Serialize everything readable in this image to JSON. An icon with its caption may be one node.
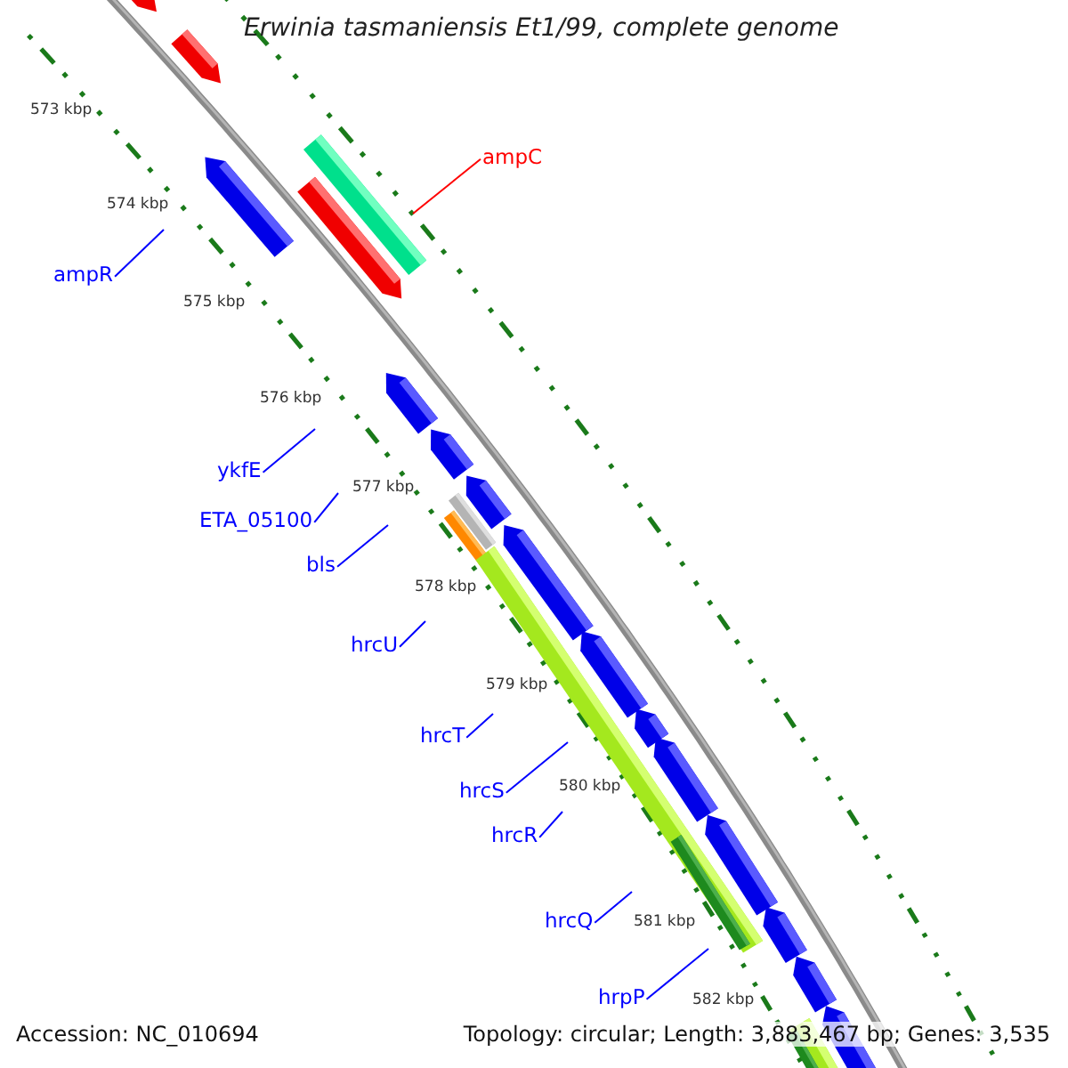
{
  "diagram": {
    "title": "Erwinia tasmaniensis Et1/99, complete genome",
    "nodes": [
      {
        "text": [
          "ampC"
        ]
      },
      {
        "text": [
          "ampR"
        ]
      },
      {
        "text": [
          "ykfE"
        ]
      },
      {
        "text": [
          "ETA_05100"
        ]
      },
      {
        "text": [
          "bls"
        ]
      },
      {
        "text": [
          "hrcU"
        ]
      },
      {
        "text": [
          "hrcT"
        ]
      },
      {
        "text": [
          "hrcS"
        ]
      },
      {
        "text": [
          "hrcR"
        ]
      },
      {
        "text": [
          "hrcQ"
        ]
      },
      {
        "text": [
          "hrpP"
        ]
      }
    ],
    "edges": [
      {
        "from": 0,
        "to": null,
        "arrow": "none",
        "color": "#ff0000"
      },
      {
        "from": 1,
        "to": null,
        "arrow": "none"
      },
      {
        "from": 2,
        "to": null,
        "arrow": "none"
      },
      {
        "from": 3,
        "to": null,
        "arrow": "none"
      },
      {
        "from": 4,
        "to": null,
        "arrow": "none"
      },
      {
        "from": 5,
        "to": null,
        "arrow": "none"
      },
      {
        "from": 6,
        "to": null,
        "arrow": "none"
      },
      {
        "from": 7,
        "to": null,
        "arrow": "none"
      },
      {
        "from": 8,
        "to": null,
        "arrow": "none"
      },
      {
        "from": 9,
        "to": null,
        "arrow": "none"
      },
      {
        "from": 10,
        "to": null,
        "arrow": "none"
      }
    ],
    "labels": [
      "573 kbp",
      "574 kbp",
      "575 kbp",
      "576 kbp",
      "577 kbp",
      "578 kbp",
      "579 kbp",
      "580 kbp",
      "581 kbp",
      "582 kbp",
      "Accession: NC_010694",
      "Topology: circular; Length: 3,883,467 bp; Genes: 3,535"
    ]
  }
}
